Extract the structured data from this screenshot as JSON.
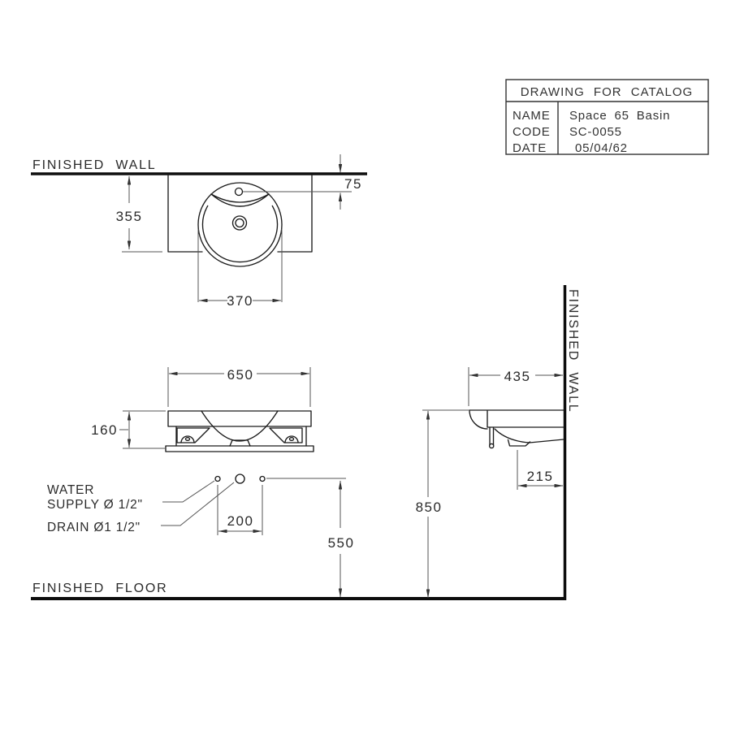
{
  "title_block": {
    "title": "DRAWING FOR CATALOG",
    "rows": [
      {
        "label": "NAME",
        "value": "Space 65 Basin"
      },
      {
        "label": "CODE",
        "value": "SC-0055"
      },
      {
        "label": "DATE",
        "value": "05/04/62"
      }
    ]
  },
  "labels": {
    "finished_wall_top": "FINISHED WALL",
    "finished_wall_side": "FINISHED WALL",
    "finished_floor": "FINISHED FLOOR",
    "water_line1": "WATER",
    "water_line2": "SUPPLY Ø 1/2\"",
    "drain_line": "DRAIN Ø1 1/2\""
  },
  "dimensions": {
    "top_view": {
      "depth": "355",
      "faucet_offset": "75",
      "basin_width": "370"
    },
    "front_view": {
      "width": "650",
      "height": "160"
    },
    "side_view": {
      "depth": "435",
      "drain_offset": "215",
      "rim_height": "850"
    },
    "installation": {
      "supply_spacing": "200",
      "supply_height": "550"
    }
  },
  "colors": {
    "object_line": "#1a1a1a",
    "dimension_line": "#555555",
    "wall_line": "#0d0d0d",
    "background": "#ffffff"
  }
}
